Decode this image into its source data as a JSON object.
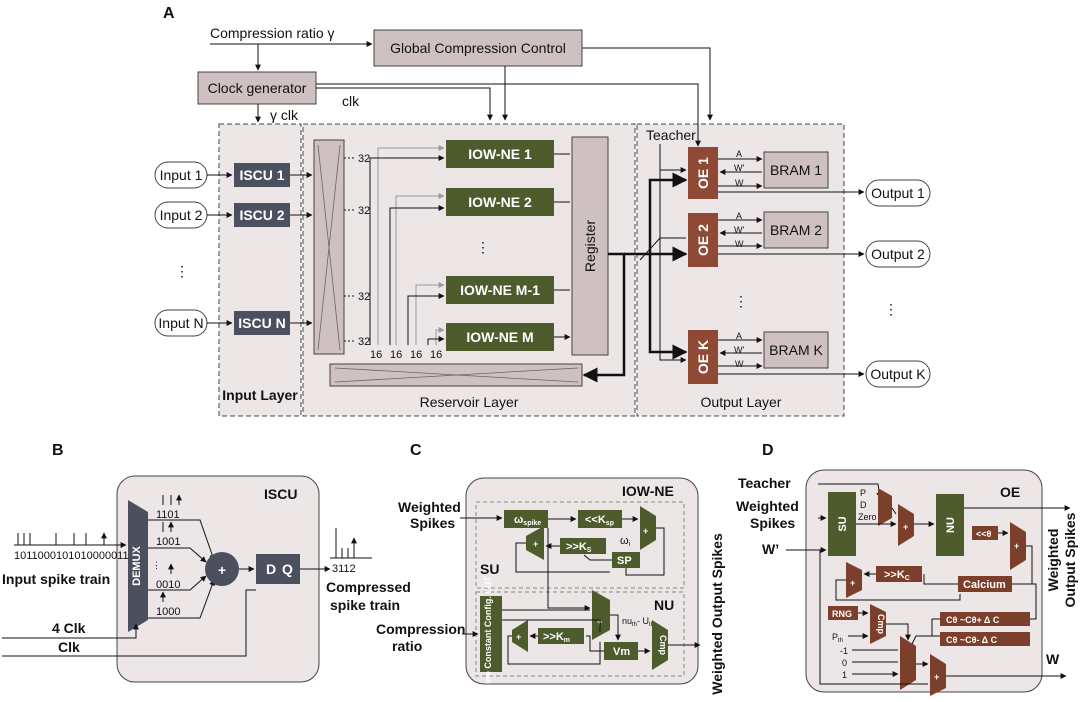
{
  "panels": {
    "a": "A",
    "b": "B",
    "c": "C",
    "d": "D"
  },
  "a": {
    "compression_ratio": "Compression ratio  γ",
    "global_control": "Global Compression Control",
    "clock_gen": "Clock generator",
    "clk": "clk",
    "gamma_clk": "γ clk",
    "inputs": [
      "Input 1",
      "Input 2",
      "Input N"
    ],
    "iscus": [
      "ISCU 1",
      "ISCU 2",
      "ISCU N"
    ],
    "neurons": [
      "IOW-NE 1",
      "IOW-NE 2",
      "IOW-NE M-1",
      "IOW-NE M"
    ],
    "bus32": [
      "32",
      "32",
      "32",
      "32"
    ],
    "bus16": [
      "16",
      "16",
      "16",
      "16"
    ],
    "register": "Register",
    "teacher": "Teacher",
    "oes": [
      "OE 1",
      "OE 2",
      "OE K"
    ],
    "brams": [
      "BRAM 1",
      "BRAM 2",
      "BRAM K"
    ],
    "ports": [
      "A",
      "W'",
      "W"
    ],
    "outputs": [
      "Output 1",
      "Output 2",
      "Output K"
    ],
    "input_layer": "Input Layer",
    "reservoir_layer": "Reservoir Layer",
    "output_layer": "Output Layer",
    "dots": "⋮"
  },
  "b": {
    "title": "ISCU",
    "demux": "DEMUX",
    "codes": [
      "1101",
      "1001",
      "0010",
      "1000"
    ],
    "d": "D",
    "q": "Q",
    "input_bits": "1011000101010000011",
    "input_label": "Input spike train",
    "four_clk": "4 Clk",
    "clk": "Clk",
    "out_bits": "3112",
    "compressed_l1": "Compressed",
    "compressed_l2": "spike train",
    "plus": "+"
  },
  "c": {
    "title": "IOW-NE",
    "weighted_l1": "Weighted",
    "weighted_l2": "Spikes",
    "w_spike": "ω",
    "w_spike_sub": "spike",
    "ksp": "<<K",
    "ksp_sub": "sp",
    "ks": ">>K",
    "ks_sub": "S",
    "wi": "ω",
    "wi_sub": "i",
    "sp": "SP",
    "su": "SU",
    "nu": "NU",
    "lut": "Time Constant Config. LUT",
    "km": ">>K",
    "km_sub": "m",
    "vm": "Vm",
    "nuth": "nu",
    "nuth_rest": "th",
    "uth": "- U",
    "uth_sub": "th",
    "cmp": "Cmp",
    "compression_l1": "Compression",
    "compression_l2": "ratio",
    "weighted_out": "Weighted Output Spikes",
    "plus": "+"
  },
  "d": {
    "title": "OE",
    "teacher": "Teacher",
    "weighted_l1": "Weighted",
    "weighted_l2": "Spikes",
    "w_prime": "W’",
    "mux_in": [
      "P",
      "D",
      "Zero"
    ],
    "su": "SU",
    "nu": "NU",
    "shift_theta": "<<θ",
    "kc": ">>K",
    "kc_sub": "C",
    "calcium": "Calcium",
    "rng": "RNG",
    "cmp": "Cmp",
    "p_th": "P",
    "p_th_sub": "th",
    "consts": [
      "-1",
      "0",
      "1"
    ],
    "c_plus": "Cθ ~Cθ+ Δ C",
    "c_minus": "Cθ ~Cθ- Δ C",
    "w_out": "W",
    "weighted_out_l1": "Weighted",
    "weighted_out_l2": "Output Spikes",
    "plus": "+"
  }
}
